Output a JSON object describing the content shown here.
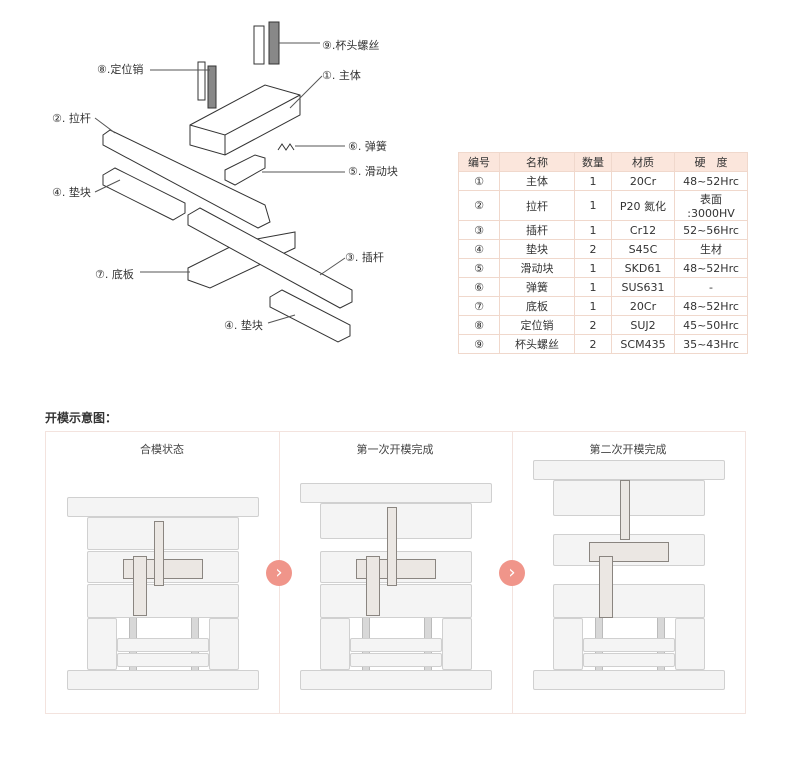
{
  "diagram_labels": {
    "l9": "⑨.杯头螺丝",
    "l8": "⑧.定位销",
    "l1": "①. 主体",
    "l2": "②. 拉杆",
    "l6": "⑥. 弹簧",
    "l5": "⑤. 滑动块",
    "l4a": "④. 垫块",
    "l3": "③. 插杆",
    "l7": "⑦. 底板",
    "l4b": "④. 垫块"
  },
  "table": {
    "headers": [
      "编号",
      "名称",
      "数量",
      "材质",
      "硬　度"
    ],
    "rows": [
      [
        "①",
        "主体",
        "1",
        "20Cr",
        "48~52Hrc"
      ],
      [
        "②",
        "拉杆",
        "1",
        "P20 氮化",
        "表面 :3000HV"
      ],
      [
        "③",
        "插杆",
        "1",
        "Cr12",
        "52~56Hrc"
      ],
      [
        "④",
        "垫块",
        "2",
        "S45C",
        "生材"
      ],
      [
        "⑤",
        "滑动块",
        "1",
        "SKD61",
        "48~52Hrc"
      ],
      [
        "⑥",
        "弹簧",
        "1",
        "SUS631",
        "-"
      ],
      [
        "⑦",
        "底板",
        "1",
        "20Cr",
        "48~52Hrc"
      ],
      [
        "⑧",
        "定位销",
        "2",
        "SUJ2",
        "45~50Hrc"
      ],
      [
        "⑨",
        "杯头螺丝",
        "2",
        "SCM435",
        "35~43Hrc"
      ]
    ]
  },
  "opening": {
    "title": "开模示意图：",
    "panels": [
      "合模状态",
      "第一次开模完成",
      "第二次开模完成"
    ],
    "arrow": "›",
    "accent": "#f0958a"
  }
}
